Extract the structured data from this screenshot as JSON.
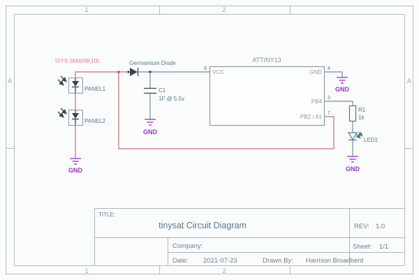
{
  "frame": {
    "col_labels": [
      "1",
      "2"
    ],
    "row_labels": [
      "A"
    ]
  },
  "schematic": {
    "part_label": "IXYS SM400K10L",
    "panel1_ref": "PANEL1",
    "panel2_ref": "PANEL2",
    "diode_label": "Germainium Diode",
    "cap_ref": "C1",
    "cap_value": "1F @ 5.5v",
    "ic_name": "ATTINY13",
    "pins": {
      "vcc_num": "8",
      "vcc_name": "VCC",
      "gnd_num": "4",
      "gnd_name": "GND",
      "pb4_num": "3",
      "pb4_name": "PB4",
      "pb2_num": "7",
      "pb2_name": "PB2 / A1"
    },
    "res_ref": "R1",
    "res_value": "1k",
    "led_ref": "LED1",
    "gnd_flag": "GND"
  },
  "title_block": {
    "title_label": "TITLE:",
    "title": "tinysat Circuit Diagram",
    "rev_label": "REV:",
    "rev_value": "1.0",
    "company_label": "Company:",
    "sheet_label": "Sheet:",
    "sheet_value": "1/1",
    "date_label": "Date:",
    "date_value": "2021-07-23",
    "drawn_by_label": "Drawn By:",
    "drawn_by_value": "Harrison Broadbent"
  },
  "colors": {
    "wire_teal": "#517884",
    "net_red": "#c0504d",
    "gnd_purple": "#9b30d0",
    "part_pink": "#e8807f",
    "frame_gray": "#b3bdc3"
  }
}
